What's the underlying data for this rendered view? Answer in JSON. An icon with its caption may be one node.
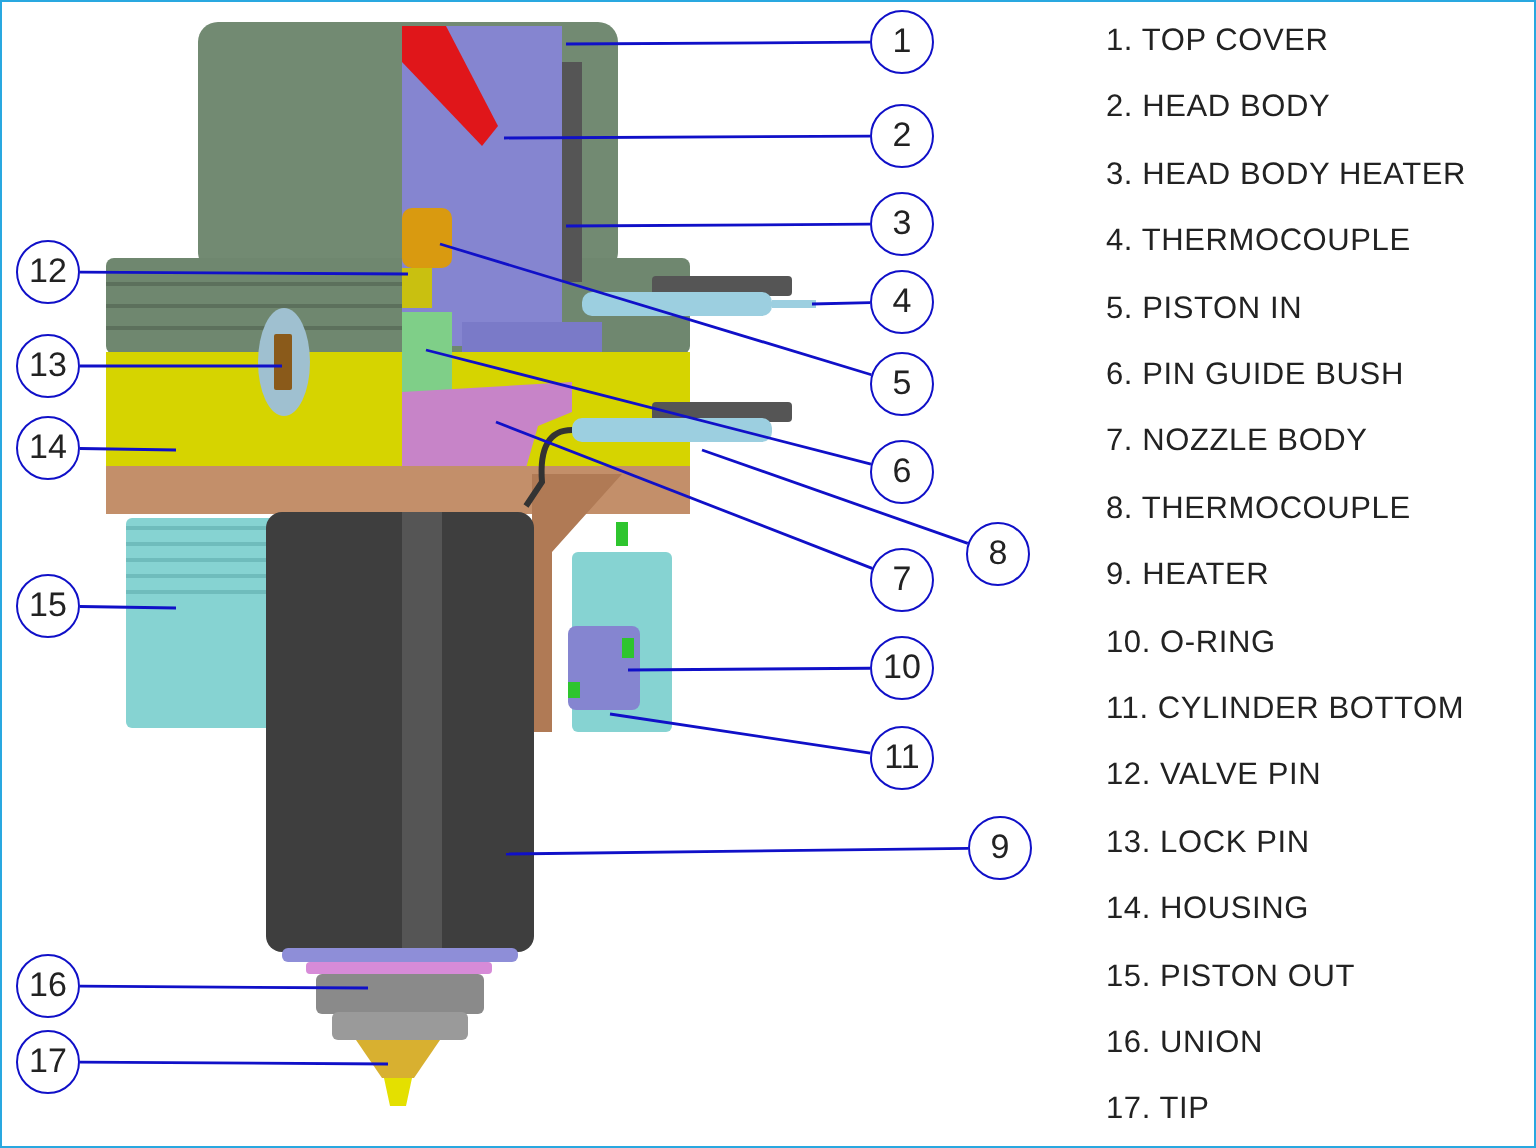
{
  "diagram": {
    "nodes": [
      {
        "text": [
          "1"
        ]
      },
      {
        "text": [
          "2"
        ]
      },
      {
        "text": [
          "3"
        ]
      },
      {
        "text": [
          "4"
        ]
      },
      {
        "text": [
          "5"
        ]
      },
      {
        "text": [
          "6"
        ]
      },
      {
        "text": [
          "7"
        ]
      },
      {
        "text": [
          "8"
        ]
      },
      {
        "text": [
          "9"
        ]
      },
      {
        "text": [
          "10"
        ]
      },
      {
        "text": [
          "11"
        ]
      },
      {
        "text": [
          "12"
        ]
      },
      {
        "text": [
          "13"
        ]
      },
      {
        "text": [
          "14"
        ]
      },
      {
        "text": [
          "15"
        ]
      },
      {
        "text": [
          "16"
        ]
      },
      {
        "text": [
          "17"
        ]
      }
    ],
    "edges": [
      {
        "from": 0,
        "to": null,
        "arrow": "none"
      },
      {
        "from": 1,
        "to": null,
        "arrow": "none"
      },
      {
        "from": 2,
        "to": null,
        "arrow": "none"
      },
      {
        "from": 3,
        "to": null,
        "arrow": "none"
      },
      {
        "from": 4,
        "to": null,
        "arrow": "none"
      },
      {
        "from": 5,
        "to": null,
        "arrow": "none"
      },
      {
        "from": 6,
        "to": null,
        "arrow": "none"
      },
      {
        "from": 7,
        "to": null,
        "arrow": "none"
      },
      {
        "from": 8,
        "to": null,
        "arrow": "none"
      },
      {
        "from": 9,
        "to": null,
        "arrow": "none"
      },
      {
        "from": 10,
        "to": null,
        "arrow": "none"
      },
      {
        "from": 11,
        "to": null,
        "arrow": "none"
      },
      {
        "from": 12,
        "to": null,
        "arrow": "none"
      },
      {
        "from": 13,
        "to": null,
        "arrow": "none"
      },
      {
        "from": 14,
        "to": null,
        "arrow": "none"
      },
      {
        "from": 15,
        "to": null,
        "arrow": "none"
      },
      {
        "from": 16,
        "to": null,
        "arrow": "none"
      }
    ],
    "labels": [
      "1. TOP COVER",
      "2. HEAD BODY",
      "3. HEAD BODY HEATER",
      "4. THERMOCOUPLE",
      "5. PISTON IN",
      "6. PIN GUIDE BUSH",
      "7. NOZZLE BODY",
      "8. THERMOCOUPLE",
      "9. HEATER",
      "10. O-RING",
      "11. CYLINDER BOTTOM",
      "12. VALVE PIN",
      "13. LOCK PIN",
      "14. HOUSING",
      "15. PISTON OUT",
      "16. UNION",
      "17. TIP"
    ]
  }
}
